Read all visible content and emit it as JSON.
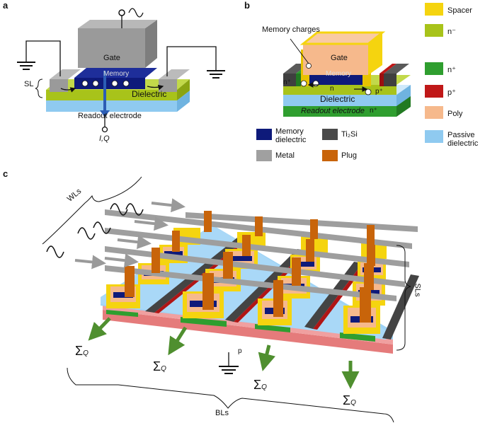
{
  "panels": {
    "a": "a",
    "b": "b",
    "c": "c"
  },
  "panel_a": {
    "gate": "Gate",
    "memory": "Memory",
    "dielectric": "Dielectric",
    "sl": "SL",
    "readout": "Readout electrode",
    "iq": "I,Q"
  },
  "panel_b": {
    "memory_charges": "Memory charges",
    "gate": "Gate",
    "memory": "Memory",
    "dielectric": "Dielectric",
    "readout": "Readout electrode",
    "n_plus_left": "n⁺",
    "n": "n",
    "p_plus": "p⁺",
    "n_plus_bottom": "n⁺"
  },
  "legend_right": [
    {
      "label": "Spacer",
      "color": "#f5d40f"
    },
    {
      "label": "n⁻",
      "color": "#a8c31a"
    },
    {
      "label": "n⁺",
      "color": "#2f9e2f"
    },
    {
      "label": "p⁺",
      "color": "#c01818"
    },
    {
      "label": "Poly",
      "color": "#f6b98c"
    },
    {
      "label": "Passive dielectric",
      "color": "#8fcaf0"
    }
  ],
  "legend_bottom": [
    {
      "label": "Memory dielectric",
      "color": "#0e1a7a"
    },
    {
      "label": "Ti₂Si",
      "color": "#4a4a4a"
    },
    {
      "label": "Metal",
      "color": "#a0a0a0"
    },
    {
      "label": "Plug",
      "color": "#c8640a"
    }
  ],
  "panel_c": {
    "wls": "WLs",
    "sls": "SLs",
    "bls": "BLs",
    "p": "p",
    "sigma_q": "Σ",
    "q": "Q"
  }
}
